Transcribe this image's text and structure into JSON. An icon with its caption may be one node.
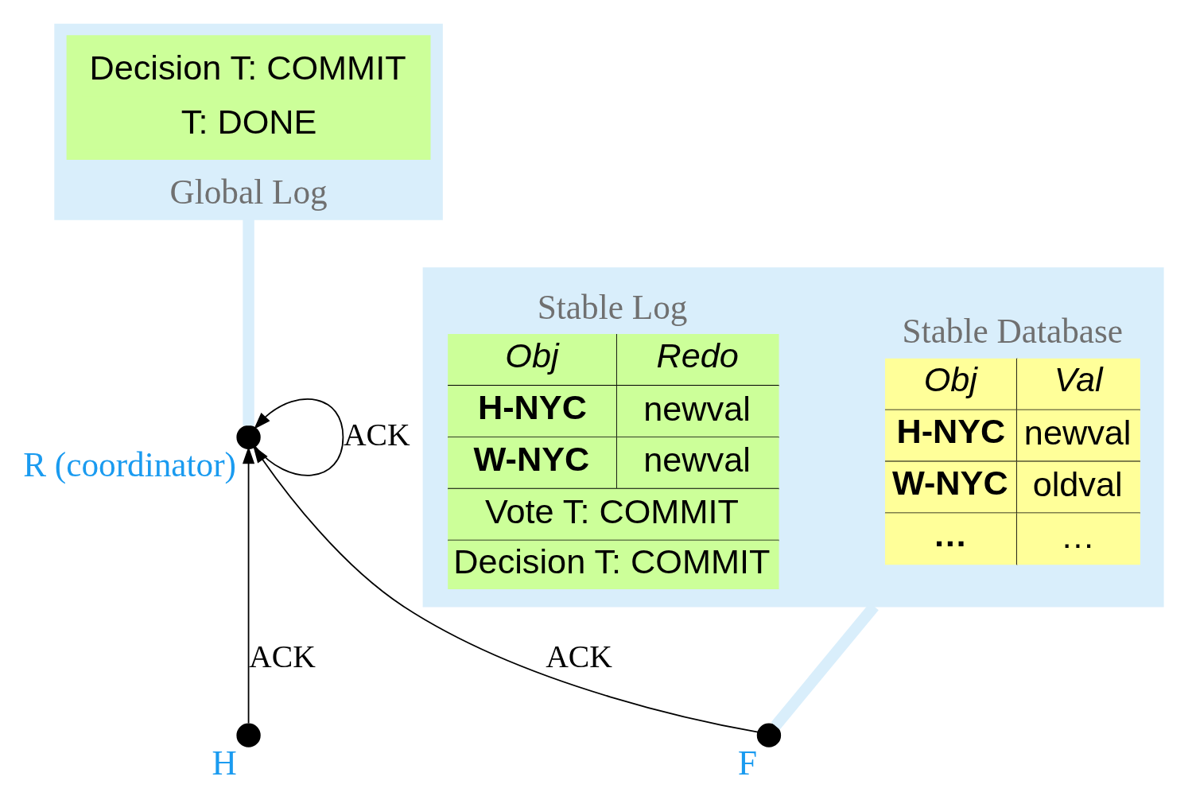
{
  "diagram": {
    "nodes": [
      {
        "text": [],
        "shape": "circle",
        "beside": [
          "R (coordinator)"
        ]
      },
      {
        "text": [],
        "shape": "circle",
        "beside": [
          "H"
        ]
      },
      {
        "text": [],
        "shape": "circle",
        "beside": [
          "F"
        ]
      },
      {
        "text": [
          "Global Log"
        ]
      },
      {
        "text": [
          "Decision T: COMMIT",
          "T: DONE"
        ],
        "in": 3
      },
      {
        "text": [],
        "shape": "box"
      },
      {
        "text": [
          "Stable Database",
          "Obj",
          "Val",
          "H-NYC",
          "newval",
          "W-NYC",
          "oldval",
          "…",
          "…"
        ],
        "in": 5
      },
      {
        "text": [
          "Stable Log",
          "Obj",
          "Redo",
          "H-NYC",
          "newval",
          "W-NYC",
          "newval",
          "Vote T: COMMIT",
          "Decision T: COMMIT"
        ],
        "in": 5
      }
    ],
    "edges": [
      {
        "from": 0,
        "to": 0,
        "arrow": "to",
        "label": "ACK"
      },
      {
        "from": 1,
        "to": 0,
        "arrow": "to",
        "label": "ACK"
      },
      {
        "from": 2,
        "to": 0,
        "arrow": "to",
        "label": "ACK"
      },
      {
        "from": 0,
        "to": 3,
        "arrow": "none",
        "style": "thick",
        "color": "#d9eefb"
      },
      {
        "from": 2,
        "to": 5,
        "arrow": "none",
        "style": "thick",
        "color": "#d9eefb"
      }
    ]
  }
}
